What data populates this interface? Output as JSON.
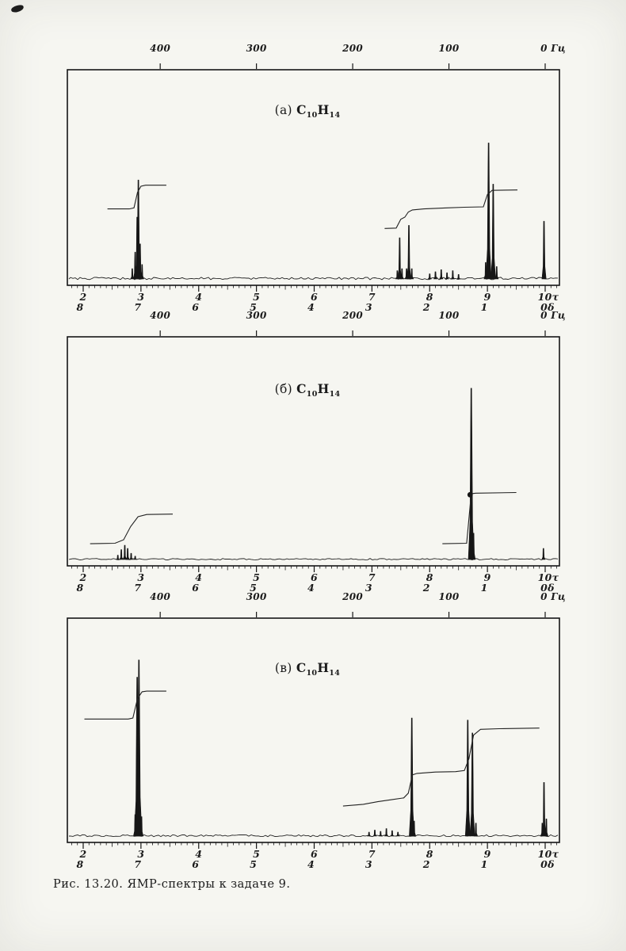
{
  "page": {
    "background": "#f6f6f1",
    "ink": "#161616"
  },
  "caption": "Рис.  13.20.  ЯМР-спектры  к  задаче  9.",
  "formula": {
    "symbol1": "C",
    "sub1": "10",
    "symbol2": "H",
    "sub2": "14"
  },
  "panels": [
    {
      "label_prefix": "(а)"
    },
    {
      "label_prefix": "(б)"
    },
    {
      "label_prefix": "(в)"
    }
  ],
  "axes": {
    "top_unit": "Гц",
    "top_ticks_hz": [
      400,
      300,
      200,
      100,
      0
    ],
    "bottom_tau_ticks": [
      2,
      3,
      4,
      5,
      6,
      7,
      8,
      9,
      10
    ],
    "tau_suffix": "τ",
    "bottom_delta_ticks": [
      8,
      7,
      6,
      5,
      4,
      3,
      2,
      1,
      0
    ],
    "delta_suffix": "δ",
    "spectrometer_hz_per_tau": 60
  },
  "chart_data": [
    {
      "type": "line",
      "title": "(а) C10H14 — ЯМР-спектр",
      "x_axis_top_hz": [
        400,
        300,
        200,
        100,
        0
      ],
      "x_axis_tau": [
        2,
        3,
        4,
        5,
        6,
        7,
        8,
        9,
        10
      ],
      "x_axis_delta": [
        8,
        7,
        6,
        5,
        4,
        3,
        2,
        1,
        0
      ],
      "peaks_tau_heightfrac": [
        [
          2.85,
          0.05
        ],
        [
          2.9,
          0.13
        ],
        [
          2.935,
          0.3
        ],
        [
          2.955,
          0.48
        ],
        [
          2.985,
          0.17
        ],
        [
          3.02,
          0.07
        ],
        [
          7.44,
          0.04
        ],
        [
          7.48,
          0.2
        ],
        [
          7.52,
          0.05
        ],
        [
          7.6,
          0.05
        ],
        [
          7.64,
          0.26
        ],
        [
          7.69,
          0.05
        ],
        [
          8.0,
          0.025
        ],
        [
          8.1,
          0.035
        ],
        [
          8.2,
          0.045
        ],
        [
          8.3,
          0.03
        ],
        [
          8.4,
          0.04
        ],
        [
          8.5,
          0.022
        ],
        [
          8.97,
          0.08
        ],
        [
          9.02,
          0.66
        ],
        [
          9.1,
          0.46
        ],
        [
          9.16,
          0.06
        ],
        [
          9.98,
          0.28
        ]
      ],
      "integral_curves": [
        [
          [
            2.42,
            0.34
          ],
          [
            2.8,
            0.34
          ],
          [
            2.88,
            0.345
          ],
          [
            2.94,
            0.42
          ],
          [
            3.0,
            0.45
          ],
          [
            3.08,
            0.455
          ],
          [
            3.44,
            0.455
          ]
        ],
        [
          [
            7.22,
            0.245
          ],
          [
            7.42,
            0.247
          ],
          [
            7.5,
            0.29
          ],
          [
            7.57,
            0.3
          ],
          [
            7.63,
            0.325
          ],
          [
            7.7,
            0.335
          ],
          [
            7.9,
            0.34
          ],
          [
            8.3,
            0.345
          ],
          [
            8.6,
            0.348
          ],
          [
            8.93,
            0.35
          ],
          [
            9.0,
            0.41
          ],
          [
            9.08,
            0.43
          ],
          [
            9.52,
            0.432
          ]
        ]
      ],
      "dots": []
    },
    {
      "type": "line",
      "title": "(б) C10H14 — ЯМР-спектр",
      "x_axis_top_hz": [
        400,
        300,
        200,
        100,
        0
      ],
      "x_axis_tau": [
        2,
        3,
        4,
        5,
        6,
        7,
        8,
        9,
        10
      ],
      "x_axis_delta": [
        8,
        7,
        6,
        5,
        4,
        3,
        2,
        1,
        0
      ],
      "peaks_tau_heightfrac": [
        [
          2.6,
          0.02
        ],
        [
          2.66,
          0.045
        ],
        [
          2.72,
          0.065
        ],
        [
          2.77,
          0.05
        ],
        [
          2.83,
          0.028
        ],
        [
          2.9,
          0.015
        ],
        [
          8.72,
          0.78
        ],
        [
          8.76,
          0.12
        ],
        [
          9.97,
          0.05
        ]
      ],
      "integral_curves": [
        [
          [
            2.12,
            0.072
          ],
          [
            2.55,
            0.074
          ],
          [
            2.7,
            0.09
          ],
          [
            2.82,
            0.15
          ],
          [
            2.95,
            0.195
          ],
          [
            3.1,
            0.205
          ],
          [
            3.55,
            0.207
          ]
        ],
        [
          [
            8.22,
            0.072
          ],
          [
            8.64,
            0.074
          ],
          [
            8.72,
            0.3
          ],
          [
            8.8,
            0.302
          ],
          [
            9.5,
            0.305
          ]
        ]
      ],
      "dots": [
        [
          8.7,
          0.295
        ]
      ]
    },
    {
      "type": "line",
      "title": "(в) C10H14 — ЯМР-спектр",
      "x_axis_top_hz": [
        400,
        300,
        200,
        100,
        0
      ],
      "x_axis_tau": [
        2,
        3,
        4,
        5,
        6,
        7,
        8,
        9,
        10
      ],
      "x_axis_delta": [
        8,
        7,
        6,
        5,
        4,
        3,
        2,
        1,
        0
      ],
      "peaks_tau_heightfrac": [
        [
          2.9,
          0.1
        ],
        [
          2.935,
          0.74
        ],
        [
          2.965,
          0.82
        ],
        [
          3.01,
          0.09
        ],
        [
          6.95,
          0.018
        ],
        [
          7.05,
          0.028
        ],
        [
          7.15,
          0.022
        ],
        [
          7.25,
          0.035
        ],
        [
          7.35,
          0.025
        ],
        [
          7.45,
          0.018
        ],
        [
          7.69,
          0.55
        ],
        [
          7.73,
          0.07
        ],
        [
          8.66,
          0.54
        ],
        [
          8.74,
          0.48
        ],
        [
          8.8,
          0.06
        ],
        [
          9.95,
          0.06
        ],
        [
          9.98,
          0.25
        ],
        [
          10.02,
          0.08
        ]
      ],
      "integral_curves": [
        [
          [
            2.02,
            0.545
          ],
          [
            2.78,
            0.545
          ],
          [
            2.86,
            0.55
          ],
          [
            2.94,
            0.64
          ],
          [
            3.02,
            0.672
          ],
          [
            3.1,
            0.675
          ],
          [
            3.44,
            0.675
          ]
        ],
        [
          [
            6.5,
            0.14
          ],
          [
            6.85,
            0.148
          ],
          [
            7.1,
            0.16
          ],
          [
            7.35,
            0.17
          ],
          [
            7.55,
            0.178
          ],
          [
            7.63,
            0.2
          ],
          [
            7.7,
            0.285
          ],
          [
            7.78,
            0.292
          ],
          [
            8.1,
            0.298
          ],
          [
            8.45,
            0.3
          ],
          [
            8.6,
            0.305
          ],
          [
            8.68,
            0.36
          ],
          [
            8.76,
            0.47
          ],
          [
            8.88,
            0.497
          ],
          [
            9.2,
            0.5
          ],
          [
            9.9,
            0.503
          ]
        ]
      ],
      "dots": []
    }
  ]
}
